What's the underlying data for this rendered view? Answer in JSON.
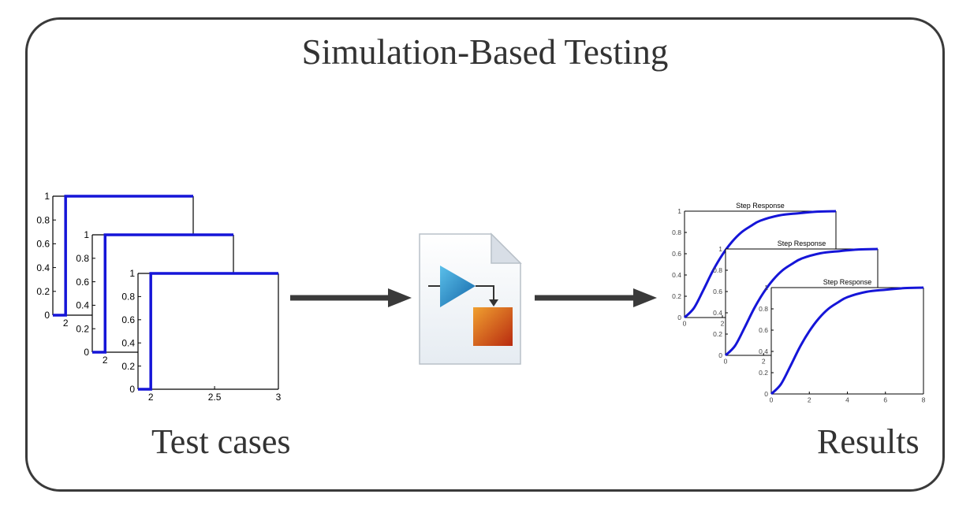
{
  "title": "Simulation-Based Testing",
  "test_cases_label": "Test cases",
  "results_label": "Results",
  "colors": {
    "signal": "#1515d8",
    "arrow": "#3a3a3a",
    "frame": "#3a3a3a"
  },
  "icons": {
    "model": "simulink-model-file-icon"
  },
  "chart_data": [
    {
      "type": "line",
      "title": "",
      "series": [
        {
          "name": "",
          "x": [
            1.9,
            2,
            2,
            3
          ],
          "y": [
            0,
            0,
            1,
            1
          ]
        }
      ],
      "xlim": [
        1.9,
        3
      ],
      "ylim": [
        0,
        1
      ],
      "x_ticks": [
        2,
        2.5,
        3
      ],
      "x_tick_labels": [
        "2",
        "2.5",
        "3"
      ],
      "y_ticks": [
        0,
        0.2,
        0.4,
        0.6,
        0.8,
        1
      ],
      "y_tick_labels": [
        "0",
        "0.2",
        "0.4",
        "0.6",
        "0.8",
        "1"
      ],
      "copies": 3
    },
    {
      "type": "line",
      "title": "Step Response",
      "series": [
        {
          "name": "",
          "x": [
            0,
            0.5,
            1,
            1.5,
            2,
            2.5,
            3,
            3.5,
            4,
            5,
            6,
            7,
            8
          ],
          "y": [
            0,
            0.09,
            0.26,
            0.44,
            0.59,
            0.71,
            0.8,
            0.86,
            0.91,
            0.96,
            0.98,
            0.995,
            1.0
          ]
        }
      ],
      "xlim": [
        0,
        8
      ],
      "ylim": [
        0,
        1
      ],
      "x_ticks": [
        0,
        2,
        4,
        6,
        8
      ],
      "x_tick_labels": [
        "0",
        "2",
        "4",
        "6",
        "8"
      ],
      "y_ticks": [
        0,
        0.2,
        0.4,
        0.6,
        0.8,
        1
      ],
      "y_tick_labels": [
        "0",
        "0.2",
        "0.4",
        "0.6",
        "0.8",
        "1"
      ],
      "copies": 3
    }
  ]
}
